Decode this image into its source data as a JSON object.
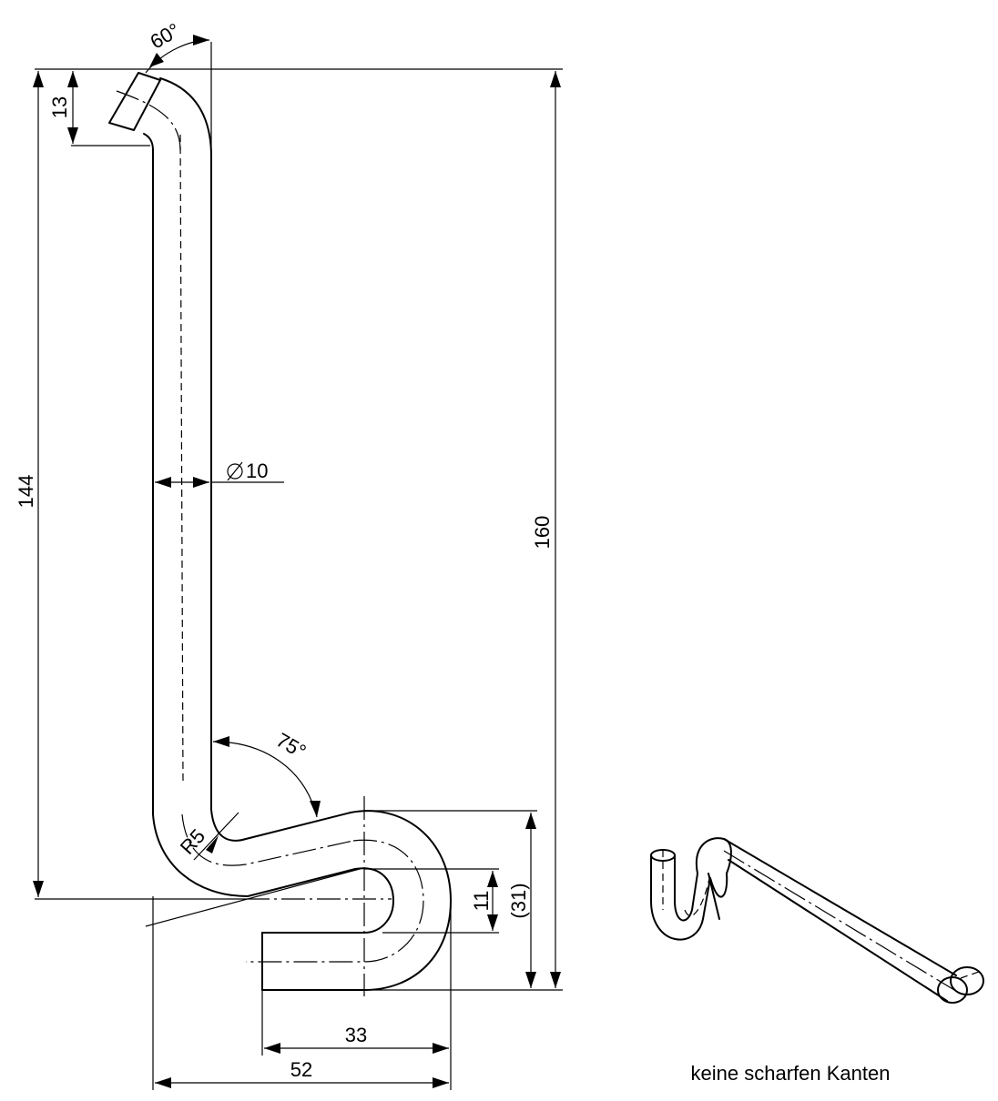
{
  "dimensions": {
    "height_total": "160",
    "height_shaft": "144",
    "top_offset": "13",
    "angle_top": "60°",
    "angle_bend": "75°",
    "radius": "R5",
    "diameter_value": "10",
    "inner_gap": "11",
    "ref_height": "(31)",
    "width_hook": "33",
    "width_total": "52"
  },
  "note": "keine scharfen Kanten"
}
